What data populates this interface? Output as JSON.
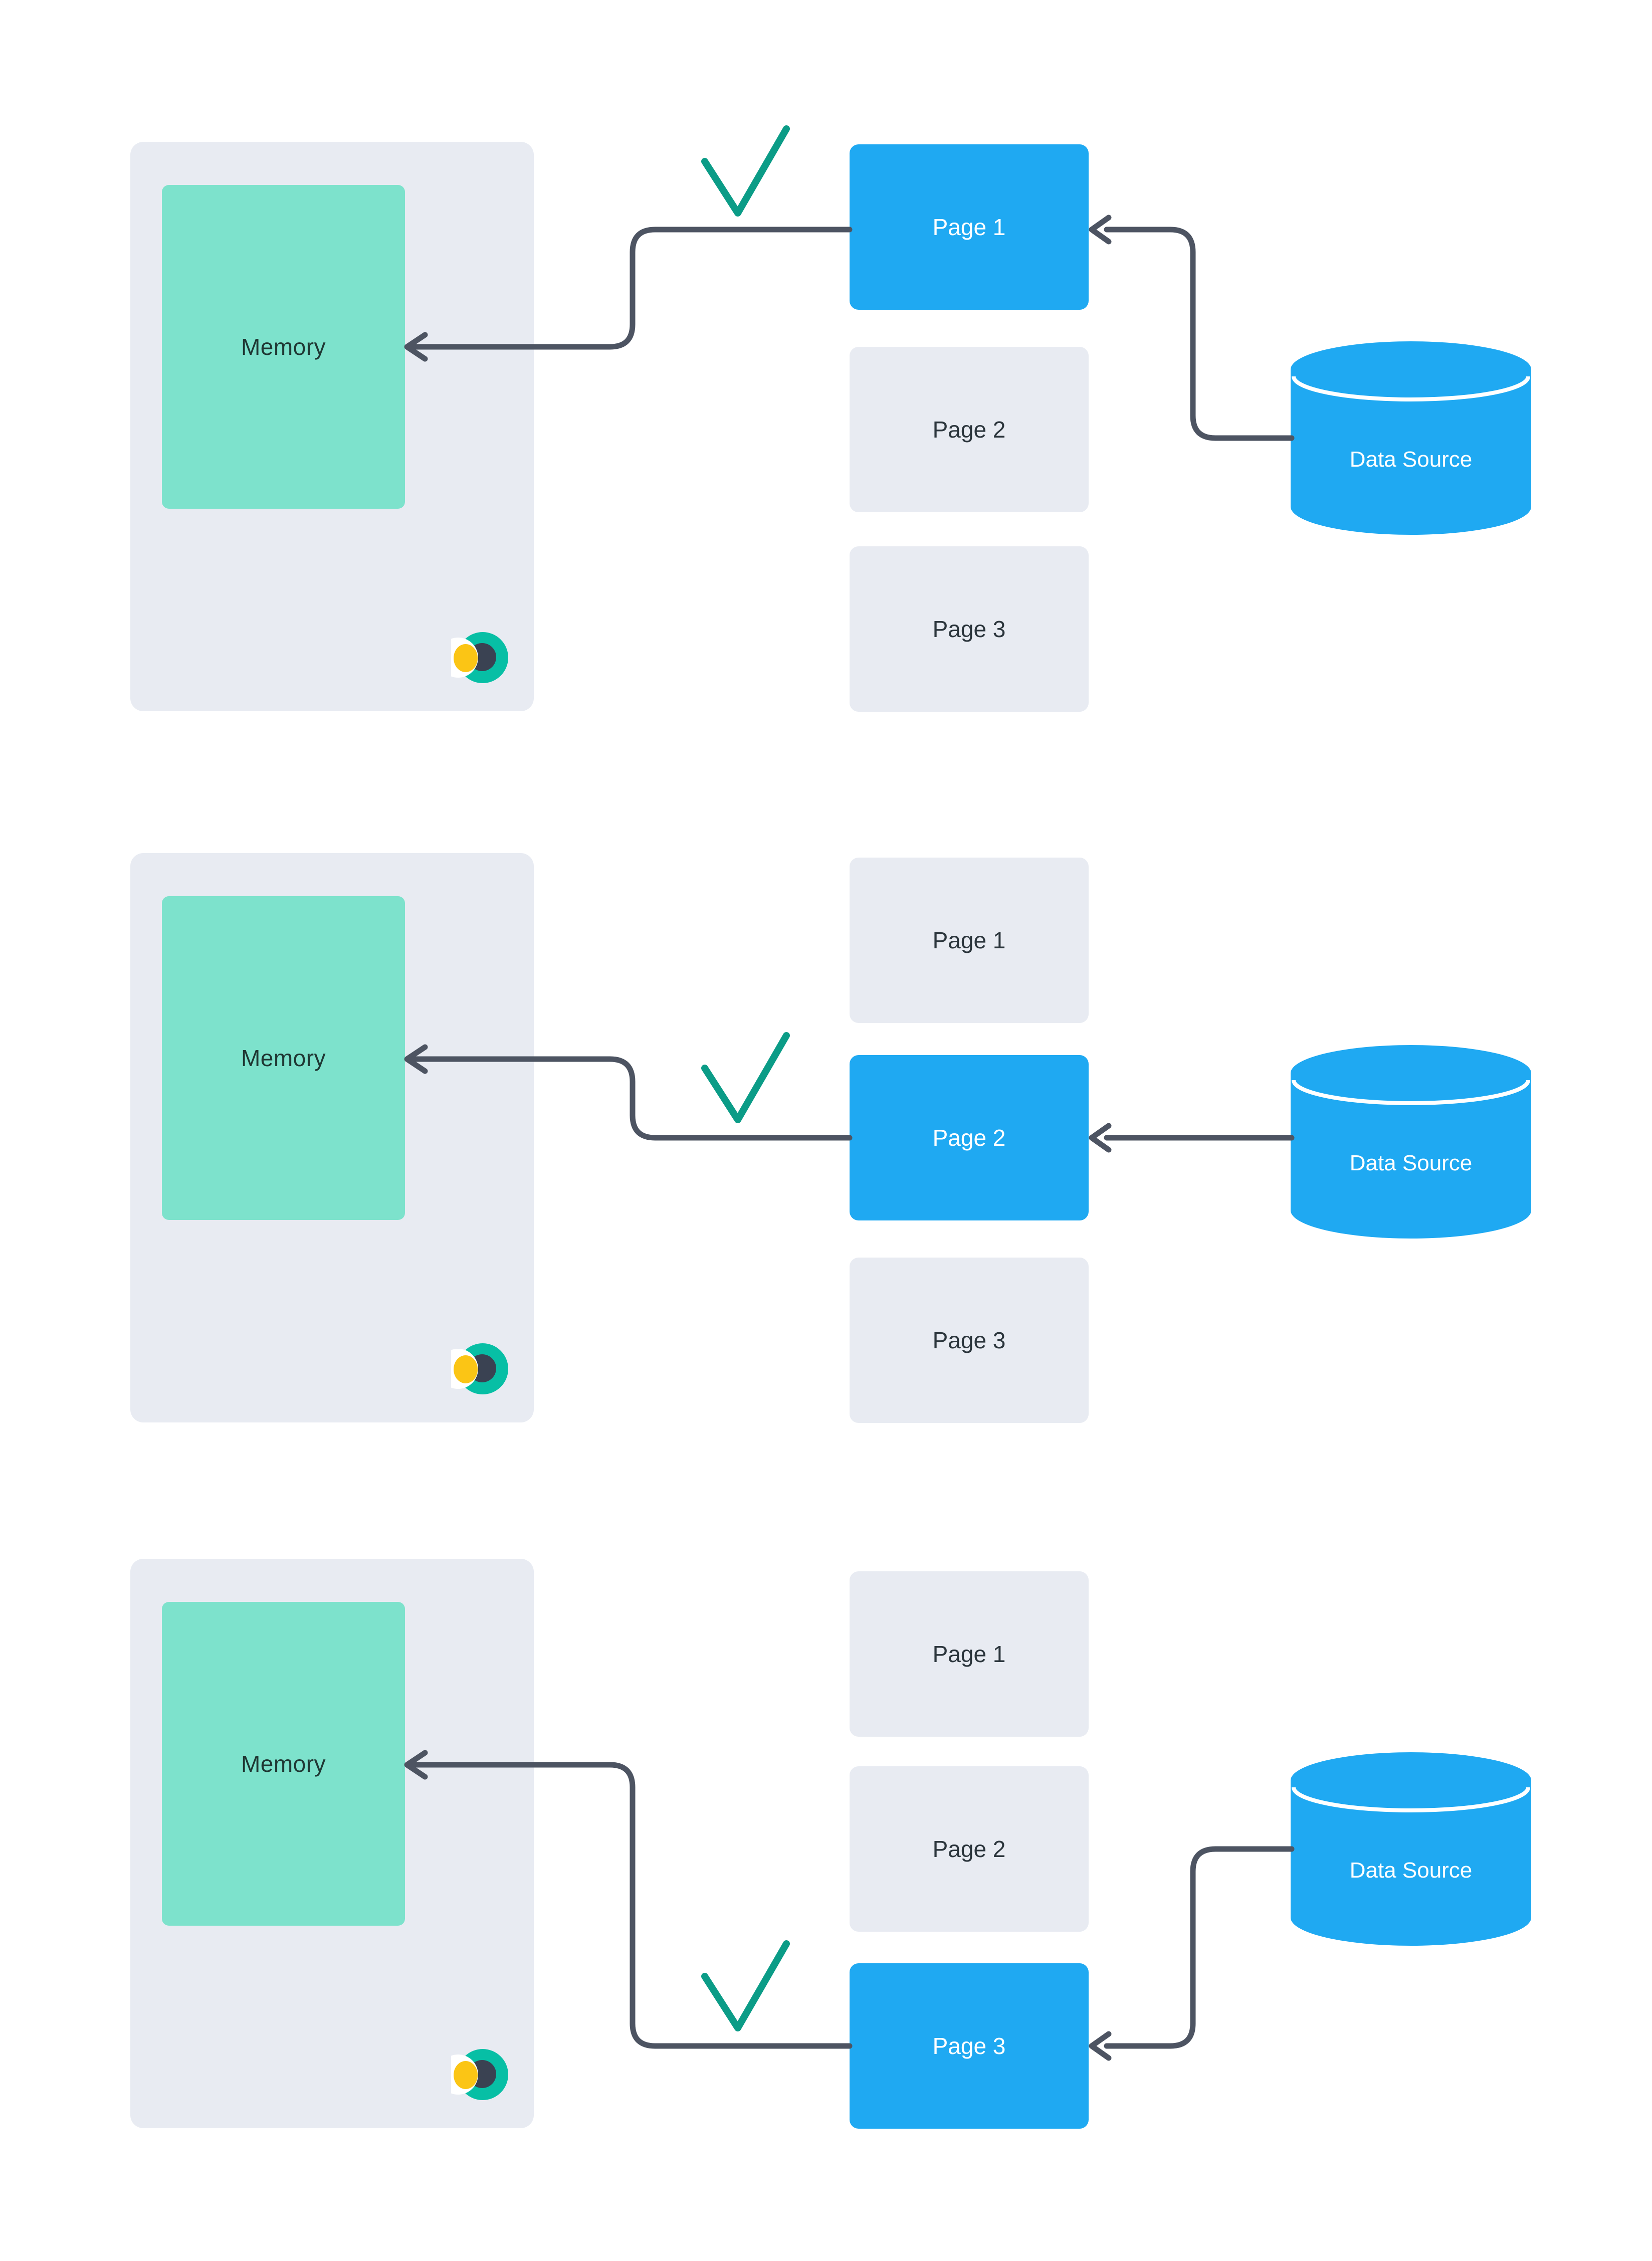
{
  "diagram": {
    "rows": [
      {
        "memory": {
          "label": "Memory"
        },
        "pages": [
          {
            "label": "Page 1",
            "active": true
          },
          {
            "label": "Page 2",
            "active": false
          },
          {
            "label": "Page 3",
            "active": false
          }
        ],
        "data_source": {
          "label": "Data Source"
        }
      },
      {
        "memory": {
          "label": "Memory"
        },
        "pages": [
          {
            "label": "Page 1",
            "active": false
          },
          {
            "label": "Page 2",
            "active": true
          },
          {
            "label": "Page 3",
            "active": false
          }
        ],
        "data_source": {
          "label": "Data Source"
        }
      },
      {
        "memory": {
          "label": "Memory"
        },
        "pages": [
          {
            "label": "Page 1",
            "active": false
          },
          {
            "label": "Page 2",
            "active": false
          },
          {
            "label": "Page 3",
            "active": true
          }
        ],
        "data_source": {
          "label": "Data Source"
        }
      }
    ],
    "icons": {
      "checkmark": "checkmark-icon",
      "logo": "eclipse-logo-icon",
      "arrowhead": "left-arrowhead-icon",
      "data_source_shape": "database-cylinder-icon"
    },
    "colors": {
      "background": "#FFFFFF",
      "panel_gray": "#E8EBF2",
      "memory_teal": "#7DE2CC",
      "accent_blue": "#1FA9F2",
      "arrow_gray": "#4D5462",
      "check_green": "#0B9C87",
      "memory_text": "#1F3733",
      "page_text": "#2B353C",
      "logo_teal": "#07BFA5",
      "logo_dark": "#3A4252",
      "logo_yellow": "#FBC515"
    }
  }
}
